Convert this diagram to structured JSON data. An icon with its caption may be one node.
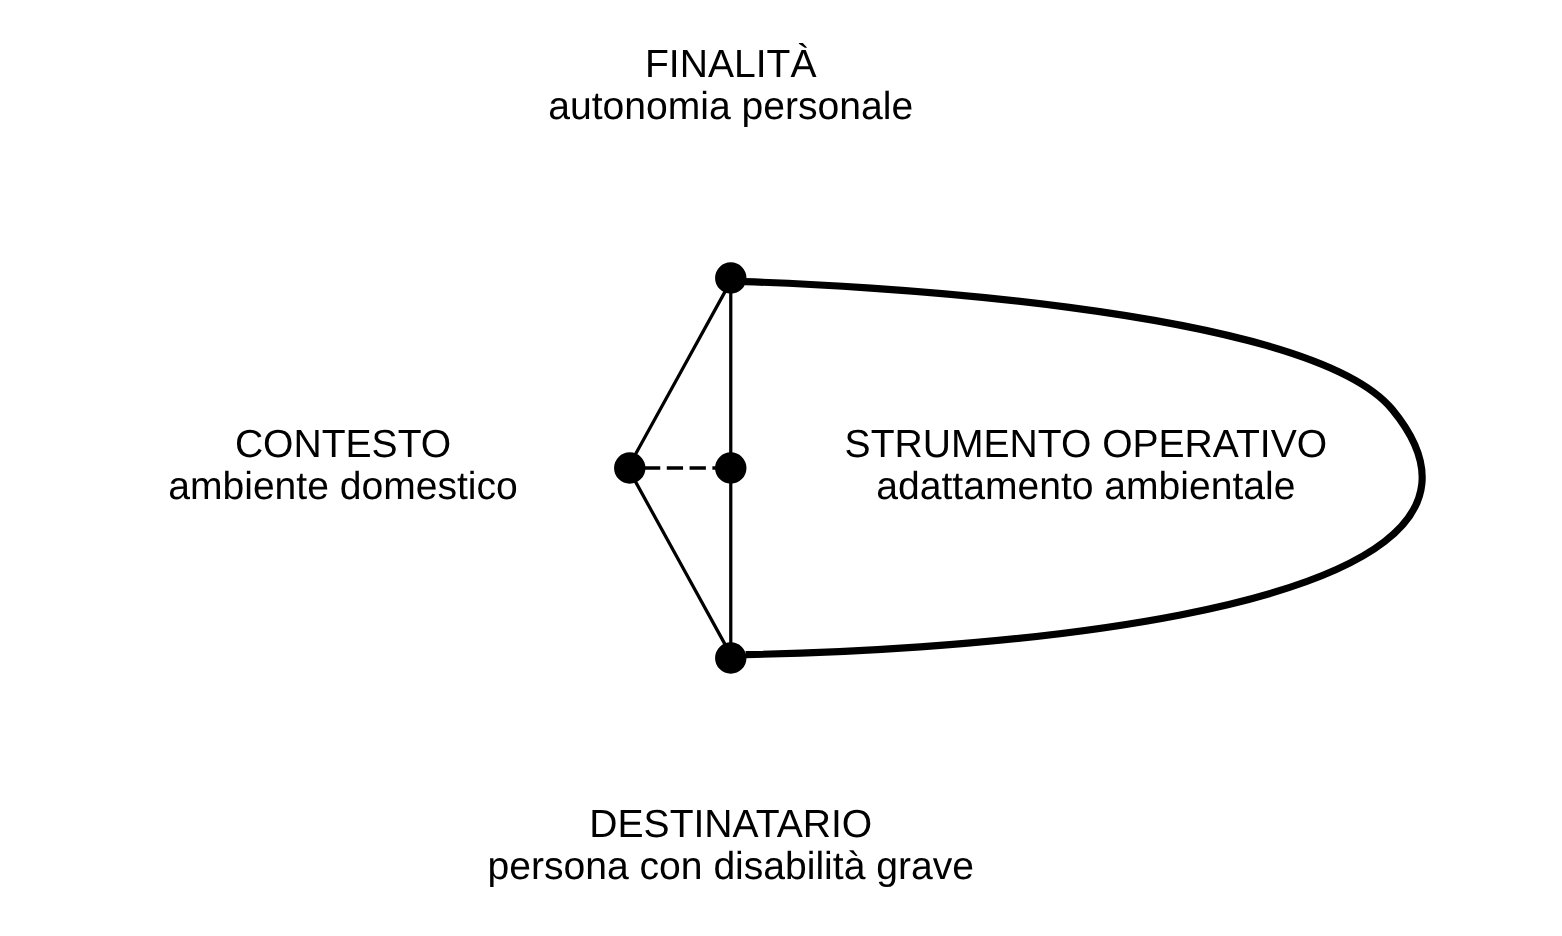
{
  "diagram": {
    "nodes": [
      {
        "text": [],
        "shape": "circle",
        "beside": [
          "FINALITÀ",
          "autonomia personale"
        ]
      },
      {
        "text": [],
        "shape": "circle",
        "beside": [
          "CONTESTO",
          "ambiente domestico"
        ]
      },
      {
        "text": [],
        "shape": "circle",
        "beside": [
          "STRUMENTO OPERATIVO",
          "adattamento ambientale"
        ]
      },
      {
        "text": [],
        "shape": "circle",
        "beside": [
          "DESTINATARIO",
          "persona con disabilità grave"
        ]
      }
    ],
    "edges": [
      {
        "from": 0,
        "to": 1,
        "arrow": "none"
      },
      {
        "from": 0,
        "to": 2,
        "arrow": "none"
      },
      {
        "from": 0,
        "to": 3,
        "arrow": "none",
        "style": "thick"
      },
      {
        "from": 1,
        "to": 2,
        "arrow": "none",
        "style": "dashed"
      },
      {
        "from": 1,
        "to": 3,
        "arrow": "none"
      },
      {
        "from": 2,
        "to": 3,
        "arrow": "none"
      }
    ]
  }
}
